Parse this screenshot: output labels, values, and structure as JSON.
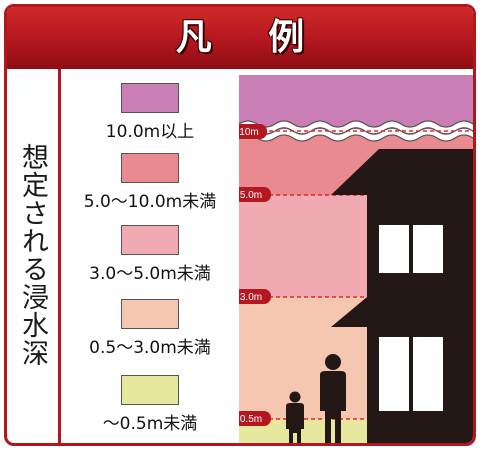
{
  "title": "凡 例",
  "side_label": "想定される浸水深",
  "legend": [
    {
      "label": "10.0m以上",
      "color": "#c97eb5"
    },
    {
      "label": "5.0〜10.0m未満",
      "color": "#e88a8f"
    },
    {
      "label": "3.0〜5.0m未満",
      "color": "#f1aab2"
    },
    {
      "label": "0.5〜3.0m未満",
      "color": "#f6c7b0"
    },
    {
      "label": "〜0.5m未満",
      "color": "#e7e8a0"
    }
  ],
  "depth_markers": [
    {
      "label": "10m"
    },
    {
      "label": "5.0m"
    },
    {
      "label": "3.0m"
    },
    {
      "label": "0.5m"
    }
  ],
  "colors": {
    "accent": "#b0171f",
    "building": "#231815",
    "person": "#231815"
  }
}
